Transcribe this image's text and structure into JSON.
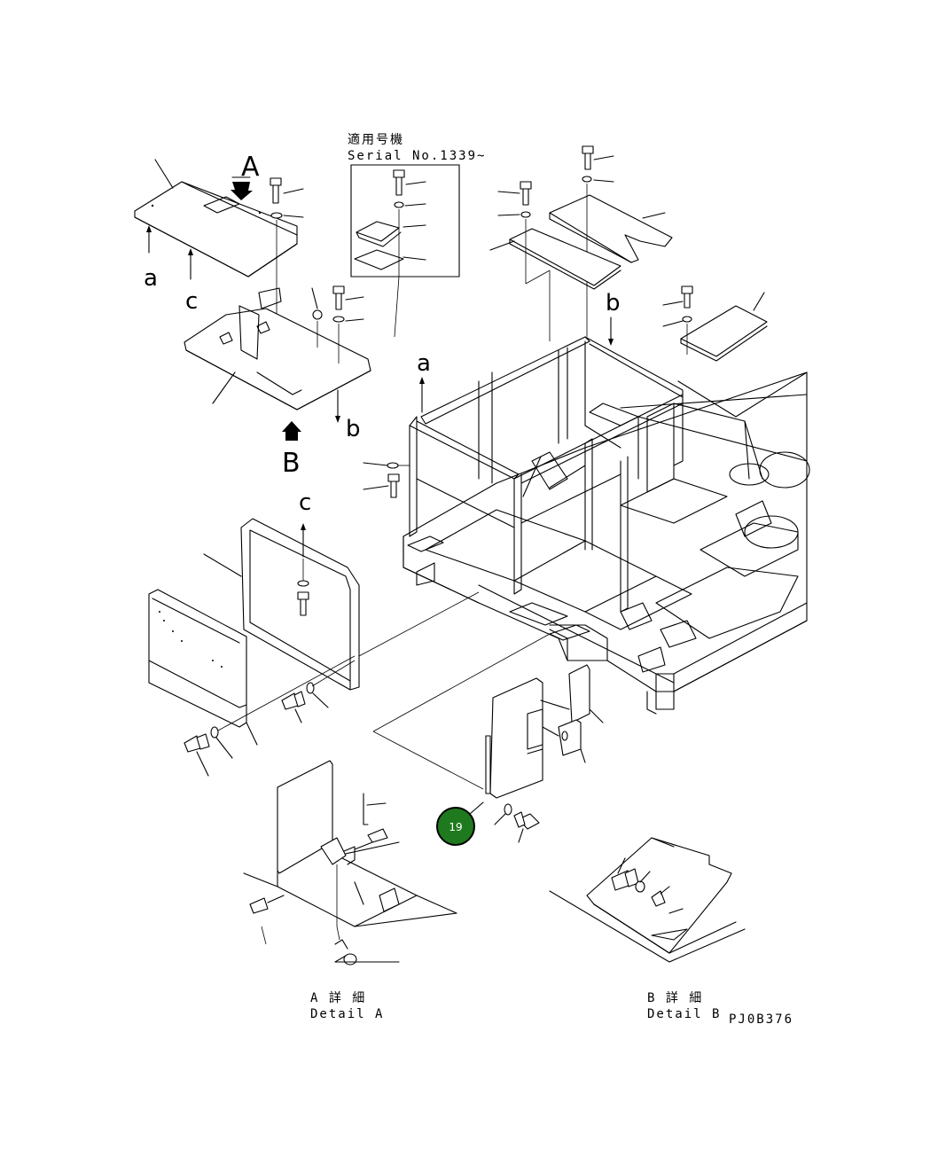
{
  "view_labels": {
    "A": "A",
    "B": "B",
    "a_top": "a",
    "a_frame": "a",
    "b_top": "b",
    "b_frame": "b",
    "c_top": "c",
    "c_panel": "c"
  },
  "serial_box": {
    "jp": "適用号機",
    "en": "Serial No.1339~"
  },
  "detail_a": {
    "jp": "A 詳 細",
    "en": "Detail A"
  },
  "detail_b": {
    "jp": "B 詳 細",
    "en": "Detail B"
  },
  "drawing_code": "PJ0B376",
  "callout": {
    "number": "19",
    "color": "#1f7a1f"
  }
}
